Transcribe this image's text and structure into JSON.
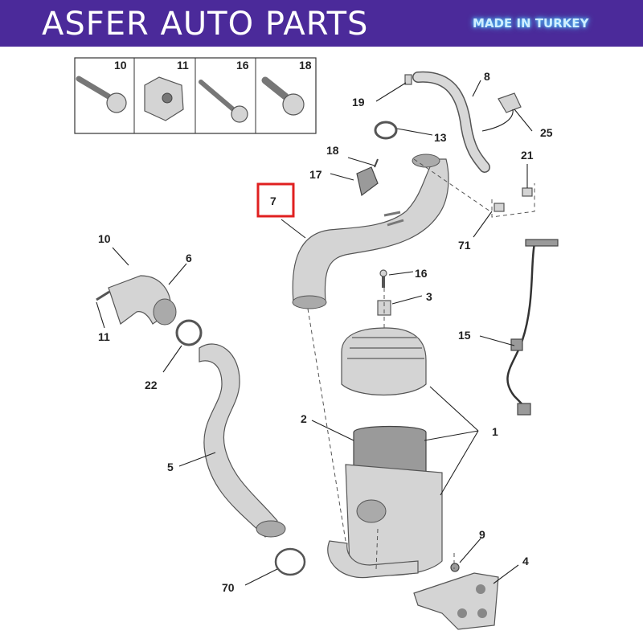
{
  "header": {
    "brand": "ASFER AUTO PARTS",
    "origin": "MADE IN TURKEY",
    "banner_color": "#4b2a9a",
    "origin_glow_color": "#4fc3ff"
  },
  "fasteners_panel": {
    "items": [
      {
        "label": "10",
        "icon": "bolt-flange-icon"
      },
      {
        "label": "11",
        "icon": "nut-cage-icon"
      },
      {
        "label": "16",
        "icon": "bolt-long-icon"
      },
      {
        "label": "18",
        "icon": "screw-flange-icon"
      }
    ]
  },
  "diagram": {
    "highlighted_part": "7",
    "highlight_color": "#e02020",
    "callouts": {
      "c1": "1",
      "c2": "2",
      "c3": "3",
      "c4": "4",
      "c5": "5",
      "c6": "6",
      "c7": "7",
      "c8": "8",
      "c9": "9",
      "c10": "10",
      "c11": "11",
      "c13": "13",
      "c15": "15",
      "c16": "16",
      "c17": "17",
      "c18": "18",
      "c19": "19",
      "c21": "21",
      "c22": "22",
      "c25": "25",
      "c70": "70",
      "c71": "71"
    }
  }
}
